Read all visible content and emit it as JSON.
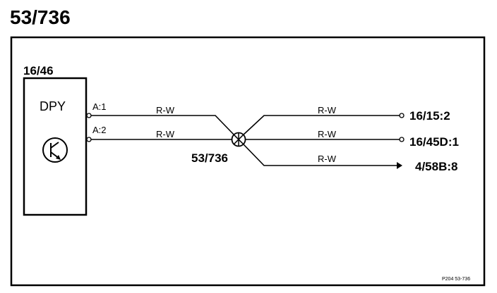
{
  "title": "53/736",
  "component": {
    "ref": "16/46",
    "name": "DPY",
    "icon": "transistor-symbol-icon",
    "pins": [
      "A:1",
      "A:2"
    ]
  },
  "wires": {
    "in_1": "R-W",
    "in_2": "R-W",
    "out_1": "R-W",
    "out_2": "R-W",
    "out_3": "R-W"
  },
  "splice": {
    "label": "53/736"
  },
  "destinations": [
    "16/15:2",
    "16/45D:1",
    "4/58B:8"
  ],
  "diagram_ref": "P204  53-736",
  "colors": {
    "ink": "#000000",
    "background": "#ffffff"
  }
}
